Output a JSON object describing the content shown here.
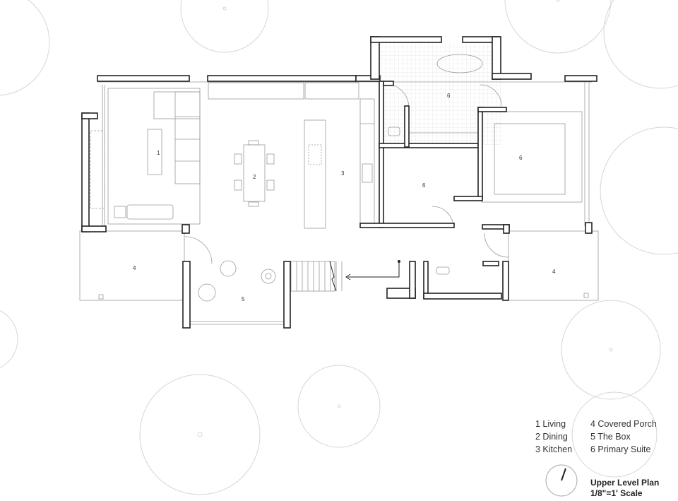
{
  "room_labels": {
    "living": "1",
    "dining": "2",
    "kitchen": "3",
    "porch_left": "4",
    "porch_right": "4",
    "box": "5",
    "suite_bath": "6",
    "suite_bedroom": "6",
    "suite_closet": "6"
  },
  "legend": [
    {
      "text": "1 Living"
    },
    {
      "text": "4 Covered Porch"
    },
    {
      "text": "2 Dining"
    },
    {
      "text": "5 The Box"
    },
    {
      "text": "3 Kitchen"
    },
    {
      "text": "6 Primary Suite"
    }
  ],
  "title": {
    "name": "Upper Level Plan",
    "scale": "1/8\"=1' Scale"
  },
  "icons": [
    "north-arrow-icon"
  ],
  "colors": {
    "wall": "#222222",
    "line": "#9a9a9a",
    "tree": "#d6d6d6"
  }
}
